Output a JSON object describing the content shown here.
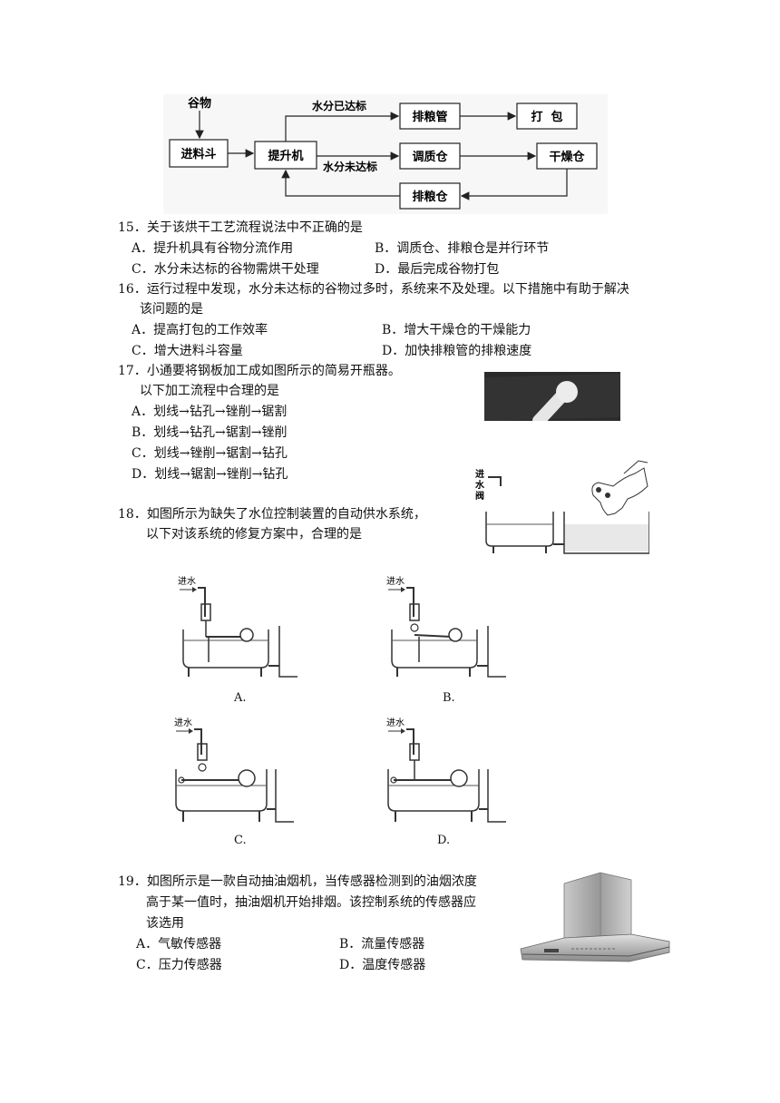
{
  "flowchart": {
    "nodes": {
      "grain": "谷物",
      "hopper": "进料斗",
      "elevator": "提升机",
      "discharge_pipe": "排粮管",
      "pack": "打  包",
      "conditioning": "调质仓",
      "dryer": "干燥仓",
      "discharge_bin": "排粮仓"
    },
    "edges": {
      "moisture_ok": "水分已达标",
      "moisture_not_ok": "水分未达标"
    }
  },
  "questions": [
    {
      "number": "15．",
      "stem": [
        "关于该烘干工艺流程说法中不正确的是"
      ],
      "options": [
        "A．提升机具有谷物分流作用",
        "B．调质仓、排粮仓是并行环节",
        "C．水分未达标的谷物需烘干处理",
        "D．最后完成谷物打包"
      ]
    },
    {
      "number": "16．",
      "stem": [
        "运行过程中发现，水分未达标的谷物过多时，系统来不及处理。以下措施中有助于解决",
        "该问题的是"
      ],
      "options": [
        "A．提高打包的工作效率",
        "B．增大干燥仓的干燥能力",
        "C．增大进料斗容量",
        "D．加快排粮管的排粮速度"
      ]
    },
    {
      "number": "17．",
      "stem": [
        "小通要将钢板加工成如图所示的简易开瓶器。",
        "以下加工流程中合理的是"
      ],
      "options": [
        "A．划线→钻孔→锉削→锯割",
        "B．划线→钻孔→锯割→锉削",
        "C．划线→锉削→锯割→钻孔",
        "D．划线→锯割→锉削→钻孔"
      ]
    },
    {
      "number": "18．",
      "stem": [
        "如图所示为缺失了水位控制装置的自动供水系统，",
        "以下对该系统的修复方案中，合理的是"
      ],
      "options": [
        "A.",
        "B.",
        "C.",
        "D."
      ]
    },
    {
      "number": "19．",
      "stem": [
        "如图所示是一款自动抽油烟机，当传感器检测到的油烟浓度",
        "高于某一值时，抽油烟机开始排烟。该控制系统的传感器应",
        "该选用"
      ],
      "options": [
        "A．气敏传感器",
        "B．流量传感器",
        "C．压力传感器",
        "D．温度传感器"
      ]
    }
  ],
  "figures": {
    "valve_label": [
      "进",
      "水",
      "阀"
    ],
    "inlet_label": "进水"
  }
}
